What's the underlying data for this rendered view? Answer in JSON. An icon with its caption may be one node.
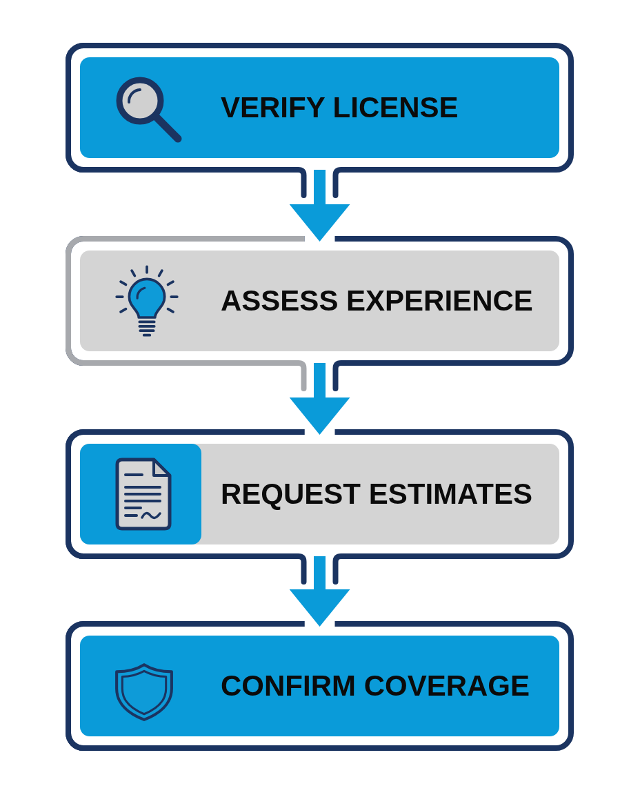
{
  "diagram": {
    "nodes": [
      {
        "text": [
          "VERIFY LICENSE"
        ]
      },
      {
        "text": [
          "ASSESS EXPERIENCE"
        ]
      },
      {
        "text": [
          "REQUEST ESTIMATES"
        ]
      },
      {
        "text": [
          "CONFIRM COVERAGE"
        ]
      }
    ],
    "edges": [
      {
        "from": 0,
        "to": 1,
        "arrow": "to"
      },
      {
        "from": 1,
        "to": 2,
        "arrow": "to"
      },
      {
        "from": 2,
        "to": 3,
        "arrow": "to"
      }
    ]
  }
}
